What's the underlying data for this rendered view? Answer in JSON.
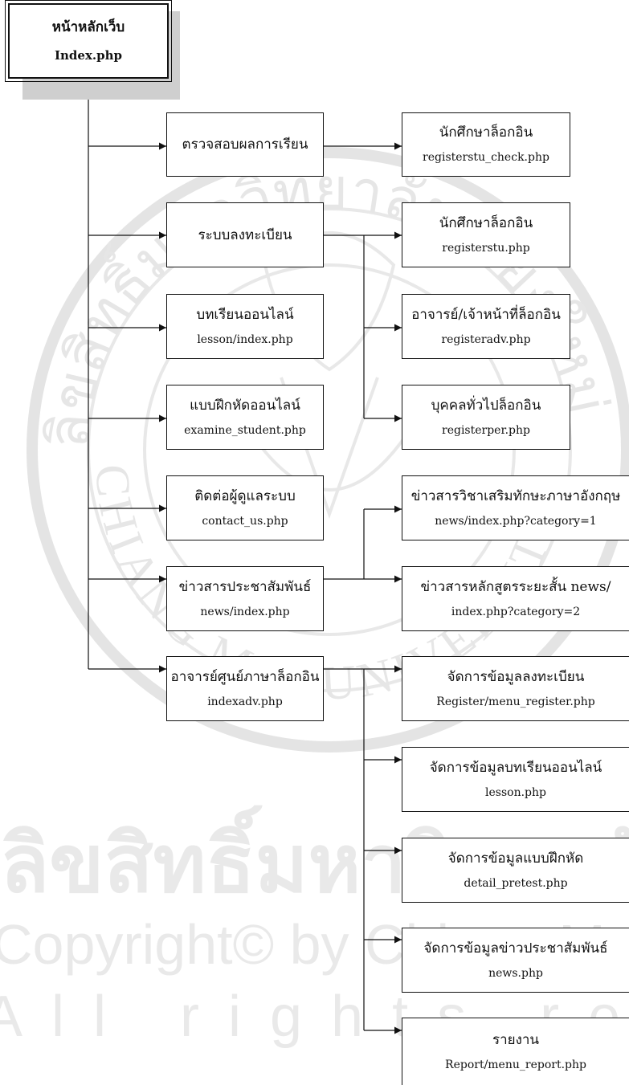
{
  "watermark": {
    "arc_text": "ลิขสิทธิ์มหาวิทยาลัยเชียงใหม่",
    "arc_bottom": "CHIANG MAI UNIVERSITY",
    "line1": "ลิขสิทธิ์มหาวิทยาลัยเชียงใหม่",
    "line2": "Copyright© by Chiang Mai University",
    "line3": "All rights reserved",
    "color": "#e2e2e2"
  },
  "root": {
    "title": "หน้าหลักเว็บ",
    "file": "Index.php"
  },
  "menu": [
    {
      "title": "ตรวจสอบผลการเรียน",
      "file": ""
    },
    {
      "title": "ระบบลงทะเบียน",
      "file": ""
    },
    {
      "title": "บทเรียนออนไลน์",
      "file": "lesson/index.php"
    },
    {
      "title": "แบบฝึกหัดออนไลน์",
      "file": "examine_student.php"
    },
    {
      "title": "ติดต่อผู้ดูแลระบบ",
      "file": "contact_us.php"
    },
    {
      "title": "ข่าวสารประชาสัมพันธ์",
      "file": "news/index.php"
    },
    {
      "title": "อาจารย์ศูนย์ภาษาล็อกอิน",
      "file": "indexadv.php"
    }
  ],
  "children": {
    "check": [
      {
        "title": "นักศึกษาล็อกอิน",
        "file": "registerstu_check.php"
      }
    ],
    "register": [
      {
        "title": "นักศึกษาล็อกอิน",
        "file": "registerstu.php"
      },
      {
        "title": "อาจารย์/เจ้าหน้าที่ล็อกอิน",
        "file": "registeradv.php"
      },
      {
        "title": "บุคคลทั่วไปล็อกอิน",
        "file": "registerper.php"
      }
    ],
    "news": [
      {
        "title": "ข่าวสารวิชาเสริมทักษะภาษาอังกฤษ",
        "file": "news/index.php?category=1"
      },
      {
        "title": "ข่าวสารหลักสูตรระยะสั้น news/",
        "file": "index.php?category=2"
      }
    ],
    "adv": [
      {
        "title": "จัดการข้อมูลลงทะเบียน",
        "file": "Register/menu_register.php"
      },
      {
        "title": "จัดการข้อมูลบทเรียนออนไลน์",
        "file": "lesson.php"
      },
      {
        "title": "จัดการข้อมูลแบบฝึกหัด",
        "file": "detail_pretest.php"
      },
      {
        "title": "จัดการข้อมูลข่าวประชาสัมพันธ์",
        "file": "news.php"
      },
      {
        "title": "รายงาน",
        "file": "Report/menu_report.php"
      }
    ]
  }
}
